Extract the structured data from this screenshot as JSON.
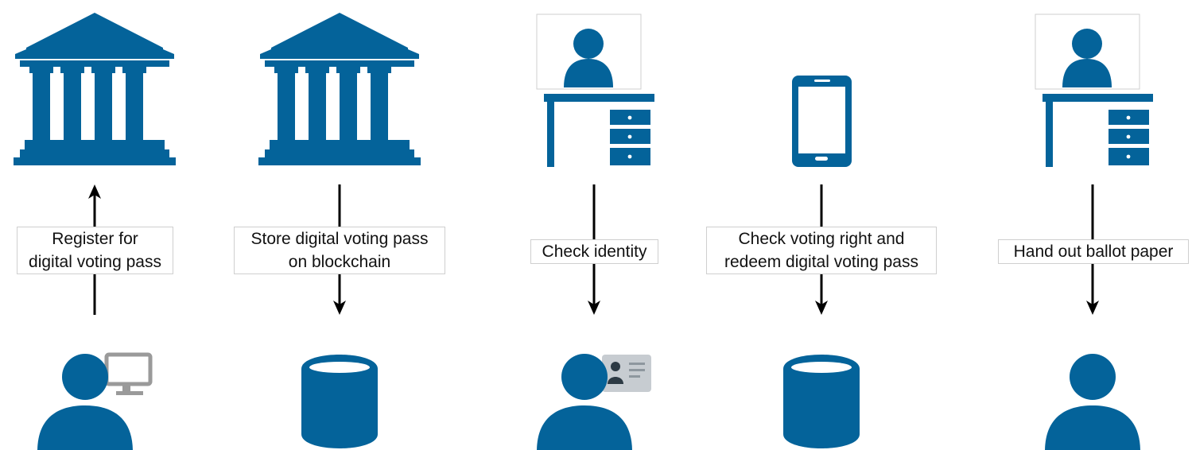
{
  "colors": {
    "icon": "#04639A",
    "arrow": "#000000",
    "monitor": "#9A9A9A",
    "id_card": "#C7CCD1",
    "label_border": "#CFCFCF"
  },
  "steps": [
    {
      "top_icon": "government-building-icon",
      "bottom_icon": "user-with-computer-icon",
      "direction": "up",
      "label_lines": [
        "Register for",
        "digital voting pass"
      ]
    },
    {
      "top_icon": "government-building-icon",
      "bottom_icon": "database-icon",
      "direction": "down",
      "label_lines": [
        "Store digital voting pass",
        "on blockchain"
      ]
    },
    {
      "top_icon": "official-at-desk-icon",
      "bottom_icon": "user-with-id-card-icon",
      "direction": "down",
      "label_lines": [
        "Check identity"
      ]
    },
    {
      "top_icon": "smartphone-icon",
      "bottom_icon": "database-icon",
      "direction": "down",
      "label_lines": [
        "Check voting right and",
        "redeem digital voting pass"
      ]
    },
    {
      "top_icon": "official-at-desk-icon",
      "bottom_icon": "user-icon",
      "direction": "down",
      "label_lines": [
        "Hand out ballot paper"
      ]
    }
  ]
}
